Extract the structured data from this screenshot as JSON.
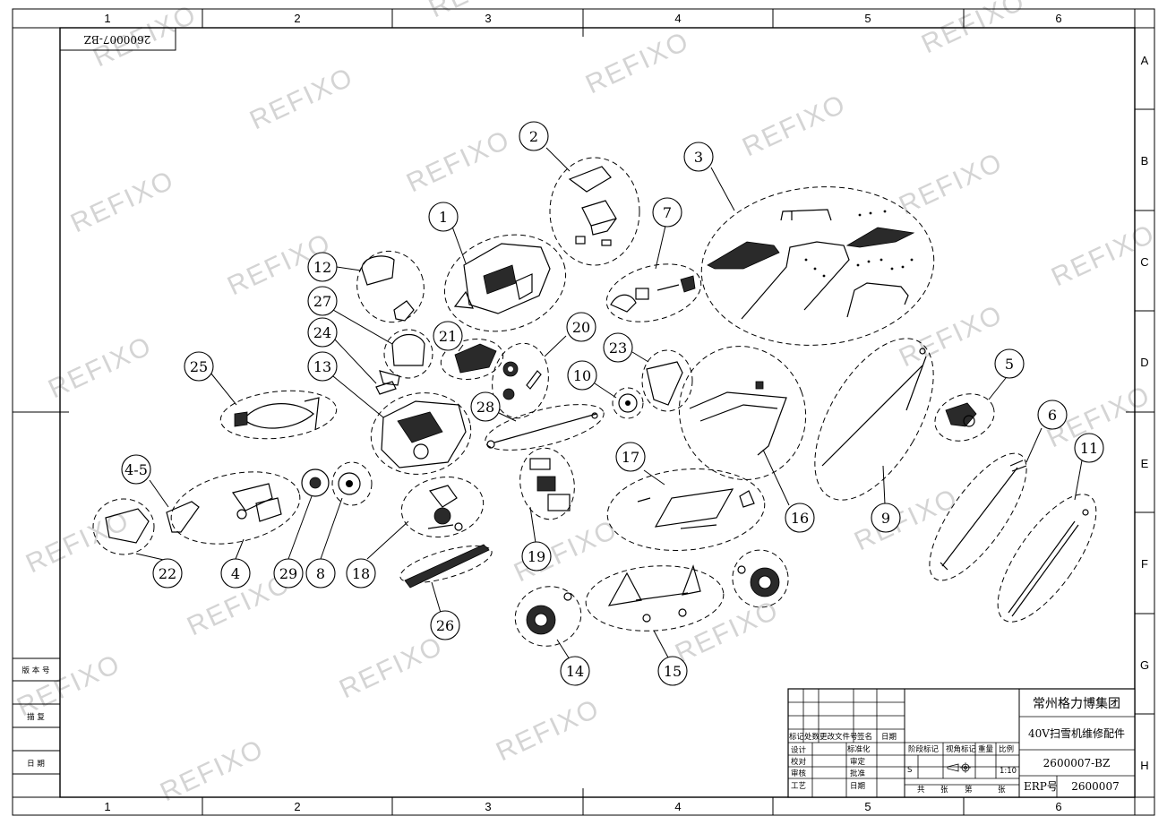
{
  "drawing": {
    "ref_number_rotated": "2600007-BZ",
    "col_labels": [
      "1",
      "2",
      "3",
      "4",
      "5",
      "6"
    ],
    "row_labels": [
      "A",
      "B",
      "C",
      "D",
      "E",
      "F",
      "G",
      "H"
    ],
    "watermark": "REFIXO",
    "callouts": [
      "1",
      "2",
      "3",
      "4",
      "4-5",
      "5",
      "6",
      "7",
      "8",
      "9",
      "10",
      "11",
      "12",
      "13",
      "14",
      "15",
      "16",
      "17",
      "18",
      "19",
      "20",
      "21",
      "22",
      "23",
      "24",
      "25",
      "26",
      "27",
      "28",
      "29"
    ],
    "left_strip": {
      "version_label": "版 本 号",
      "copy_label": "描  复",
      "date_label": "日  期"
    }
  },
  "title_block": {
    "company": "常州格力博集团",
    "drawing_title": "40V扫雪机维修配件",
    "drawing_number": "2600007-BZ",
    "erp_label": "ERP号",
    "erp_number": "2600007",
    "scale_value": "1:10",
    "stage_mark": "S",
    "headers": {
      "mark": "标记",
      "count": "处数",
      "change_doc": "更改文件号",
      "signature": "签名",
      "date": "日期",
      "design": "设计",
      "standardize": "标准化",
      "check": "校对",
      "review": "审定",
      "audit": "审核",
      "approve": "批准",
      "process": "工艺",
      "date2": "日期",
      "stage_mark": "阶段标记",
      "projection": "视角标记",
      "weight": "重量",
      "scale": "比例",
      "total": "共",
      "sheets": "张",
      "page": "第",
      "page_unit": "张"
    }
  }
}
